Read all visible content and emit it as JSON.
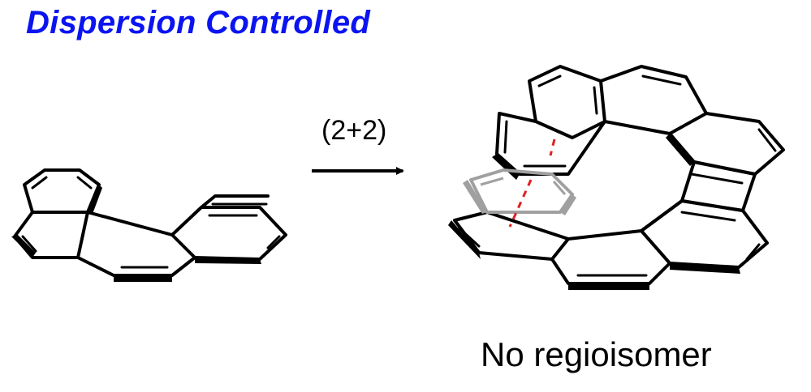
{
  "title": "Dispersion Controlled",
  "reaction": {
    "condition": "(2+2)"
  },
  "product": {
    "caption": "No regioisomer"
  },
  "colors": {
    "title": "#0a14f0",
    "bond": "#000000",
    "faded_ring": "#a0a0a0",
    "interaction": "#e02020"
  },
  "icons": [
    "reaction-arrow",
    "reactant-alkyne-structure",
    "product-helicene-structure",
    "pi-stack-dashes"
  ]
}
